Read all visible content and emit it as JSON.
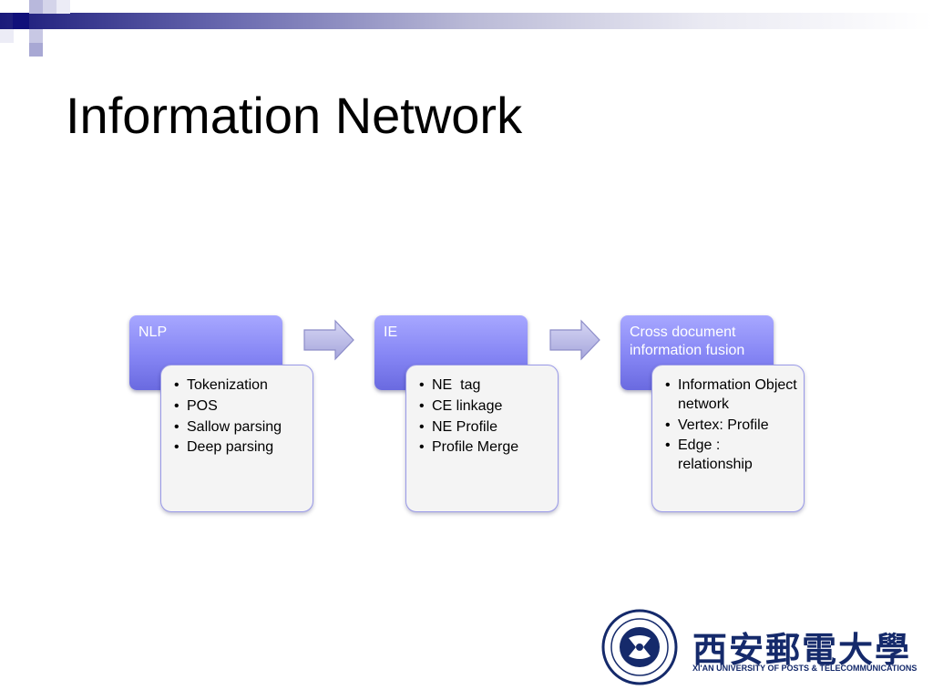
{
  "slide": {
    "title": "Information Network"
  },
  "steps": [
    {
      "label": "NLP",
      "items": [
        "Tokenization",
        "POS",
        "Sallow parsing",
        "Deep parsing"
      ]
    },
    {
      "label": "IE",
      "items": [
        "NE  tag",
        "CE linkage",
        "NE Profile",
        "Profile Merge"
      ]
    },
    {
      "label": "Cross document information fusion",
      "items": [
        "Information Object network",
        "Vertex: Profile",
        "Edge : relationship"
      ]
    }
  ],
  "logo": {
    "name_zh": "西安郵電大學",
    "name_en": "XI'AN UNIVERSITY OF POSTS & TELECOMMUNICATIONS"
  },
  "colors": {
    "process_box": "#8585f4",
    "detail_border": "#9a9ae8",
    "brand_blue": "#152a6b"
  }
}
